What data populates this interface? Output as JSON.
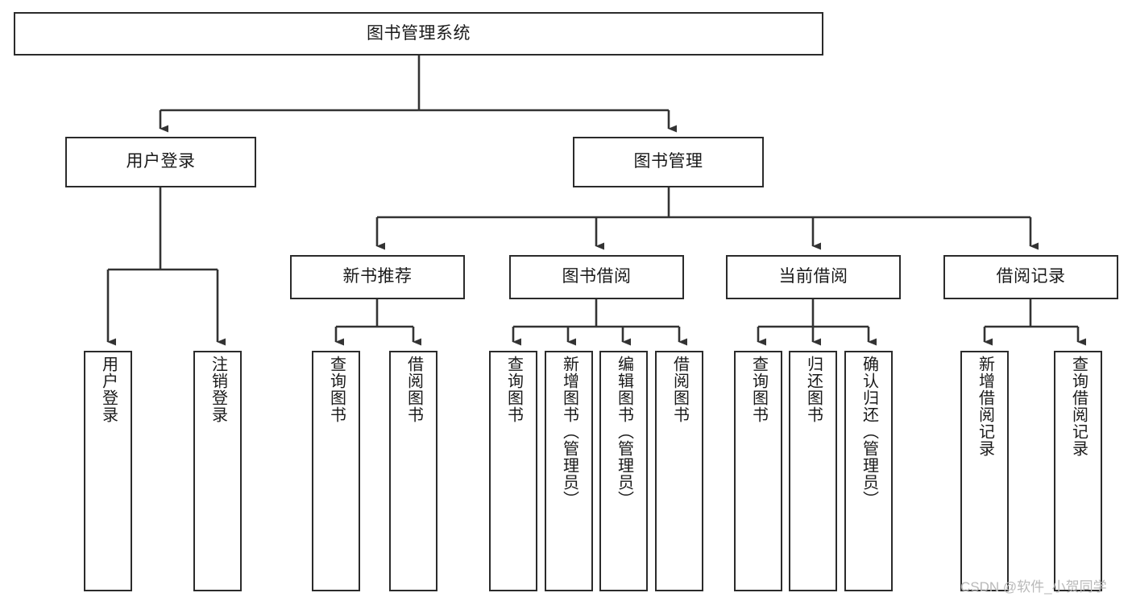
{
  "diagram": {
    "title": "图书管理系统",
    "type": "tree-hierarchy-diagram",
    "colors": {
      "box_border": "#2b2b2b",
      "line": "#333333",
      "background": "#ffffff",
      "text": "#1a1a1a",
      "watermark": "#b9b9b9"
    },
    "levels": {
      "root": {
        "id": "root",
        "label": "图书管理系统"
      },
      "level2": [
        {
          "id": "user-login",
          "label": "用户登录"
        },
        {
          "id": "book-management",
          "label": "图书管理"
        }
      ],
      "level3": [
        {
          "id": "new-book-recommend",
          "label": "新书推荐",
          "parent": "book-management"
        },
        {
          "id": "book-borrow",
          "label": "图书借阅",
          "parent": "book-management"
        },
        {
          "id": "current-borrow",
          "label": "当前借阅",
          "parent": "book-management"
        },
        {
          "id": "borrow-record",
          "label": "借阅记录",
          "parent": "book-management"
        }
      ],
      "leaves": [
        {
          "id": "leaf-user-login",
          "label": "用户登录",
          "parent": "user-login"
        },
        {
          "id": "leaf-logout-login",
          "label": "注销登录",
          "parent": "user-login"
        },
        {
          "id": "leaf-query-book-1",
          "label": "查询图书",
          "parent": "new-book-recommend"
        },
        {
          "id": "leaf-borrow-book-1",
          "label": "借阅图书",
          "parent": "new-book-recommend"
        },
        {
          "id": "leaf-query-book-2",
          "label": "查询图书",
          "parent": "book-borrow"
        },
        {
          "id": "leaf-add-book",
          "label": "新增图书（管理员）",
          "parent": "book-borrow"
        },
        {
          "id": "leaf-edit-book",
          "label": "编辑图书（管理员）",
          "parent": "book-borrow"
        },
        {
          "id": "leaf-borrow-book-2",
          "label": "借阅图书",
          "parent": "book-borrow"
        },
        {
          "id": "leaf-query-book-3",
          "label": "查询图书",
          "parent": "current-borrow"
        },
        {
          "id": "leaf-return-book",
          "label": "归还图书",
          "parent": "current-borrow"
        },
        {
          "id": "leaf-confirm-return",
          "label": "确认归还（管理员）",
          "parent": "current-borrow"
        },
        {
          "id": "leaf-add-borrow-record",
          "label": "新增借阅记录",
          "parent": "borrow-record"
        },
        {
          "id": "leaf-query-borrow-record",
          "label": "查询借阅记录",
          "parent": "borrow-record"
        }
      ]
    },
    "watermark": "CSDN @软件_小贺同学"
  }
}
